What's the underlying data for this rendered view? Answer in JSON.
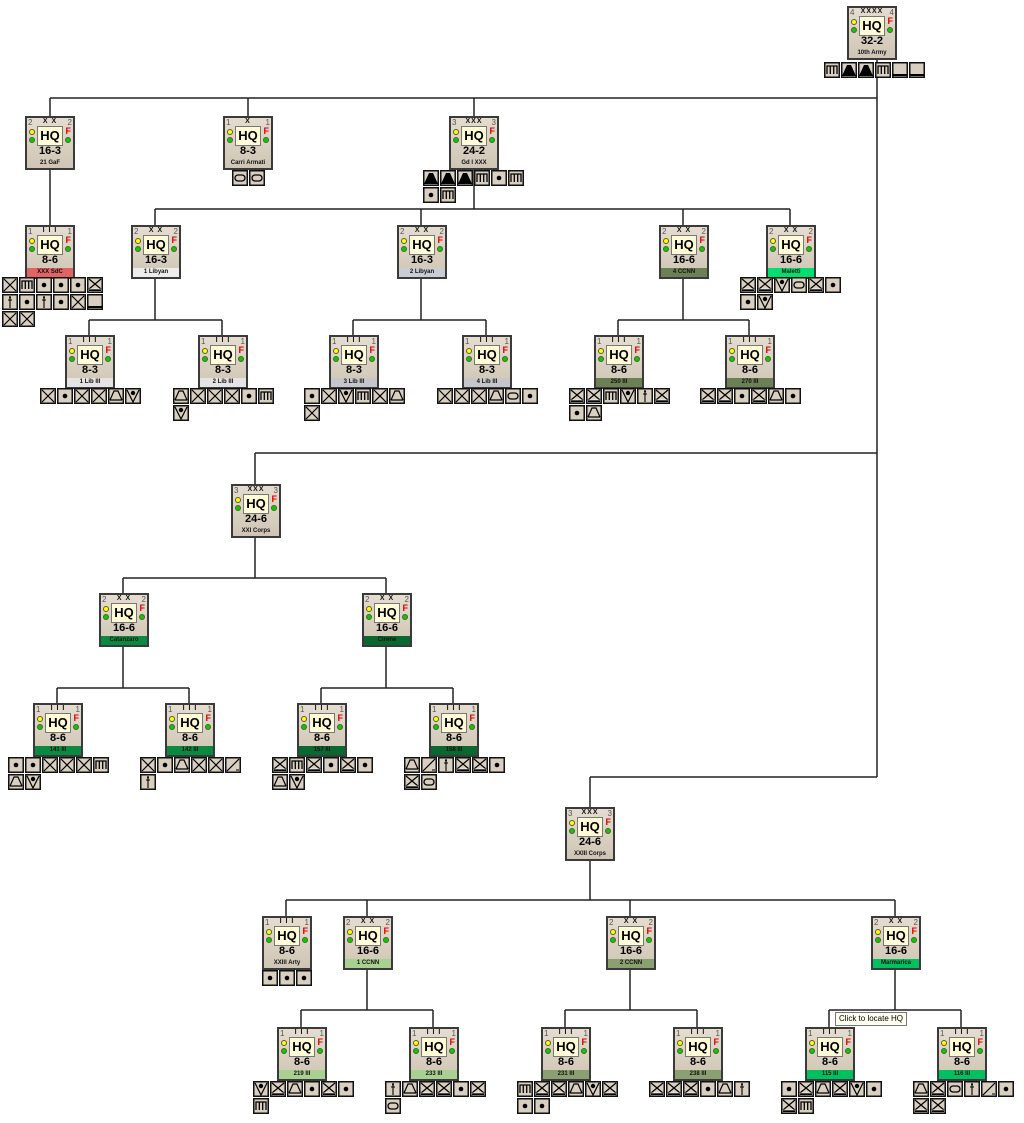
{
  "colors": {
    "line": "#222222",
    "box": "#d8cfc0",
    "hq_fill": "#fffbd6",
    "flag": "#e00000",
    "dot_yellow": "#ffff00",
    "dot_green": "#00d000"
  },
  "tooltip": "Click to locate HQ",
  "nodes": [
    {
      "id": "army",
      "ech": "XXXX",
      "l": "4",
      "r": "4",
      "value": "32-2",
      "name": "10th Army",
      "color": "",
      "units": [
        "engineer",
        "anti-aircraft",
        "anti-aircraft",
        "engineer",
        "blank",
        "blank"
      ]
    },
    {
      "id": "gaf",
      "ech": "X X",
      "l": "2",
      "r": "2",
      "value": "16-3",
      "name": "21 GaF",
      "color": "",
      "units": []
    },
    {
      "id": "carri",
      "ech": "X",
      "l": "1",
      "r": "1",
      "value": "8-3",
      "name": "Carri Armati",
      "color": "",
      "units": [
        "armor",
        "armor"
      ]
    },
    {
      "id": "gd",
      "ech": "XXX",
      "l": "3",
      "r": "3",
      "value": "24-2",
      "name": "Gd I XXX",
      "color": "",
      "units": [
        "anti-aircraft",
        "anti-aircraft",
        "anti-aircraft",
        "engineer",
        "artillery",
        "engineer",
        "artillery",
        "engineer"
      ]
    },
    {
      "id": "sdc",
      "ech": "I I I",
      "l": "1",
      "r": "1",
      "value": "8-6",
      "name": "XXX SdC",
      "color": "#e06464",
      "units": [
        "infantry",
        "engineer",
        "artillery",
        "artillery",
        "artillery",
        "motorized-infantry",
        "headquarters",
        "artillery",
        "headquarters",
        "artillery",
        "infantry",
        "blank",
        "infantry",
        "infantry"
      ]
    },
    {
      "id": "lib1",
      "ech": "X X",
      "l": "2",
      "r": "2",
      "value": "16-3",
      "name": "1 Libyan",
      "color": "#ececec",
      "units": []
    },
    {
      "id": "lib2",
      "ech": "X X",
      "l": "2",
      "r": "2",
      "value": "16-3",
      "name": "2 Libyan",
      "color": "#c8ccd4",
      "units": []
    },
    {
      "id": "ccnn4",
      "ech": "X X",
      "l": "2",
      "r": "2",
      "value": "16-6",
      "name": "4 CCNN",
      "color": "#6b8054",
      "units": []
    },
    {
      "id": "maletti",
      "ech": "X X",
      "l": "2",
      "r": "2",
      "value": "16-6",
      "name": "Maletti",
      "color": "#00e070",
      "units": [
        "motorized-infantry",
        "motorized-infantry",
        "anti-tank",
        "armor",
        "motorized-infantry",
        "artillery",
        "artillery",
        "anti-tank"
      ]
    },
    {
      "id": "l1",
      "ech": "I I I",
      "l": "1",
      "r": "1",
      "value": "8-3",
      "name": "1 Lib III",
      "color": "#e4e4e4",
      "units": [
        "infantry",
        "artillery",
        "infantry",
        "infantry",
        "motorized",
        "anti-tank"
      ]
    },
    {
      "id": "l2",
      "ech": "I I I",
      "l": "1",
      "r": "1",
      "value": "8-3",
      "name": "2 Lib III",
      "color": "#e4e4e4",
      "units": [
        "motorized",
        "infantry",
        "infantry",
        "infantry",
        "artillery",
        "engineer",
        "anti-tank"
      ]
    },
    {
      "id": "l3",
      "ech": "I I I",
      "l": "1",
      "r": "1",
      "value": "8-3",
      "name": "3 Lib III",
      "color": "#c4c6cc",
      "units": [
        "artillery",
        "infantry",
        "anti-tank",
        "engineer",
        "infantry",
        "motorized",
        "infantry"
      ]
    },
    {
      "id": "l4",
      "ech": "I I I",
      "l": "1",
      "r": "1",
      "value": "8-3",
      "name": "4 Lib III",
      "color": "#c4c6cc",
      "units": [
        "infantry",
        "infantry",
        "infantry",
        "motorized",
        "armor",
        "artillery"
      ]
    },
    {
      "id": "r250",
      "ech": "I I I",
      "l": "1",
      "r": "1",
      "value": "8-6",
      "name": "250 III",
      "color": "#6b8054",
      "units": [
        "motorized-infantry",
        "motorized-infantry",
        "engineer",
        "anti-tank",
        "headquarters",
        "motorized-infantry",
        "artillery",
        "motorized"
      ]
    },
    {
      "id": "r270",
      "ech": "I I I",
      "l": "1",
      "r": "1",
      "value": "8-6",
      "name": "270 III",
      "color": "#6b8054",
      "units": [
        "motorized-infantry",
        "motorized-infantry",
        "artillery",
        "motorized-infantry",
        "motorized",
        "artillery"
      ]
    },
    {
      "id": "xxi",
      "ech": "XXX",
      "l": "3",
      "r": "3",
      "value": "24-6",
      "name": "XXI Corps",
      "color": "",
      "units": []
    },
    {
      "id": "cat",
      "ech": "X X",
      "l": "2",
      "r": "2",
      "value": "16-6",
      "name": "Catanzaro",
      "color": "#0a8a40",
      "units": []
    },
    {
      "id": "cir",
      "ech": "X X",
      "l": "2",
      "r": "2",
      "value": "16-6",
      "name": "Cirene",
      "color": "#086830",
      "units": []
    },
    {
      "id": "r141",
      "ech": "I I I",
      "l": "1",
      "r": "1",
      "value": "8-6",
      "name": "141 III",
      "color": "#0a8a40",
      "units": [
        "artillery",
        "artillery",
        "infantry",
        "infantry",
        "infantry",
        "engineer",
        "motorized",
        "anti-tank"
      ]
    },
    {
      "id": "r142",
      "ech": "I I I",
      "l": "1",
      "r": "1",
      "value": "8-6",
      "name": "142 III",
      "color": "#0a8a40",
      "units": [
        "infantry",
        "artillery",
        "motorized",
        "infantry",
        "infantry",
        "recon",
        "headquarters"
      ]
    },
    {
      "id": "r157",
      "ech": "I I I",
      "l": "1",
      "r": "1",
      "value": "8-6",
      "name": "157 III",
      "color": "#086830",
      "units": [
        "motorized-infantry",
        "engineer",
        "motorized-infantry",
        "artillery",
        "motorized-infantry",
        "artillery",
        "motorized",
        "anti-tank"
      ]
    },
    {
      "id": "r158",
      "ech": "I I I",
      "l": "1",
      "r": "1",
      "value": "8-6",
      "name": "158 III",
      "color": "#086830",
      "units": [
        "motorized",
        "recon",
        "headquarters",
        "motorized-infantry",
        "motorized-infantry",
        "artillery",
        "motorized-infantry",
        "armor"
      ]
    },
    {
      "id": "xxiii",
      "ech": "XXX",
      "l": "3",
      "r": "3",
      "value": "24-6",
      "name": "XXIII Corps",
      "color": "",
      "units": []
    },
    {
      "id": "arty",
      "ech": "I I I",
      "l": "1",
      "r": "1",
      "value": "8-6",
      "name": "XXIII Arty",
      "color": "",
      "units": [
        "artillery",
        "artillery",
        "artillery"
      ]
    },
    {
      "id": "ccnn1",
      "ech": "X X",
      "l": "2",
      "r": "2",
      "value": "16-6",
      "name": "1 CCNN",
      "color": "#a8d090",
      "units": []
    },
    {
      "id": "ccnn2",
      "ech": "X X",
      "l": "2",
      "r": "2",
      "value": "16-6",
      "name": "2 CCNN",
      "color": "#8aa070",
      "units": []
    },
    {
      "id": "marm",
      "ech": "X X",
      "l": "2",
      "r": "2",
      "value": "16-6",
      "name": "Marmarica",
      "color": "#00c060",
      "units": []
    },
    {
      "id": "r219",
      "ech": "I I I",
      "l": "1",
      "r": "1",
      "value": "8-6",
      "name": "219 III",
      "color": "#a8d090",
      "units": [
        "anti-tank",
        "motorized-infantry",
        "motorized",
        "artillery",
        "motorized-infantry",
        "artillery",
        "engineer"
      ]
    },
    {
      "id": "r233",
      "ech": "I I I",
      "l": "1",
      "r": "1",
      "value": "8-6",
      "name": "233 III",
      "color": "#a8d090",
      "units": [
        "headquarters",
        "motorized",
        "motorized-infantry",
        "motorized-infantry",
        "artillery",
        "motorized-infantry",
        "armor"
      ]
    },
    {
      "id": "r231",
      "ech": "I I I",
      "l": "1",
      "r": "1",
      "value": "8-6",
      "name": "231 III",
      "color": "#8aa070",
      "units": [
        "engineer",
        "motorized-infantry",
        "motorized-infantry",
        "motorized",
        "anti-tank",
        "motorized-infantry",
        "artillery",
        "artillery"
      ]
    },
    {
      "id": "r238",
      "ech": "I I I",
      "l": "1",
      "r": "1",
      "value": "8-6",
      "name": "238 III",
      "color": "#8aa070",
      "units": [
        "motorized-infantry",
        "motorized-infantry",
        "motorized-infantry",
        "artillery",
        "motorized",
        "headquarters"
      ]
    },
    {
      "id": "r115",
      "ech": "I I I",
      "l": "1",
      "r": "1",
      "value": "8-6",
      "name": "115 III",
      "color": "#00c060",
      "units": [
        "artillery",
        "motorized-infantry",
        "motorized",
        "motorized-infantry",
        "anti-tank",
        "artillery",
        "motorized-infantry",
        "engineer"
      ]
    },
    {
      "id": "r116",
      "ech": "I I I",
      "l": "1",
      "r": "1",
      "value": "8-6",
      "name": "116 III",
      "color": "#00c060",
      "units": [
        "motorized",
        "motorized-infantry",
        "armor",
        "headquarters",
        "recon",
        "artillery",
        "motorized-infantry",
        "motorized-infantry"
      ]
    }
  ]
}
